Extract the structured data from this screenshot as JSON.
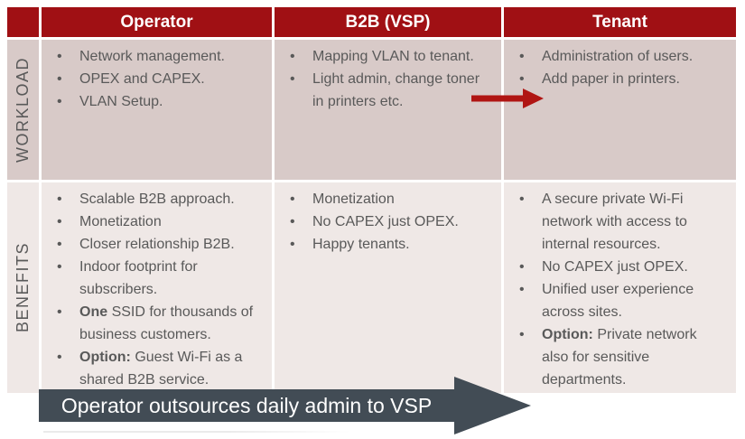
{
  "table": {
    "columns": [
      "Operator",
      "B2B (VSP)",
      "Tenant"
    ],
    "rows": [
      {
        "label": "WORKLOAD",
        "cells": [
          [
            "Network management.",
            "OPEX and CAPEX.",
            "VLAN Setup."
          ],
          [
            "Mapping VLAN to tenant.",
            "Light admin, change toner in printers etc."
          ],
          [
            "Administration of users.",
            "Add paper in printers."
          ]
        ]
      },
      {
        "label": "BENEFITS",
        "cells": [
          [
            "Scalable B2B approach.",
            "Monetization",
            "Closer relationship B2B.",
            "Indoor footprint for subscribers.",
            "**One** SSID for thousands of business customers.",
            "**Option:** Guest Wi-Fi as a shared B2B service."
          ],
          [
            "Monetization",
            "No CAPEX just OPEX.",
            "Happy tenants."
          ],
          [
            "A secure private Wi-Fi network with access to internal resources.",
            "No CAPEX just OPEX.",
            "Unified user experience across sites.",
            "**Option:** Private network also for sensitive departments."
          ]
        ]
      }
    ]
  },
  "workload_arrow_icon": "right-arrow",
  "banner": {
    "label": "Operator outsources daily admin to VSP",
    "icon": "right-arrow"
  },
  "colors": {
    "header_bg": "#A01014",
    "workload_row_bg": "#D8CAC8",
    "benefits_row_bg": "#EFE8E6",
    "body_text": "#595959",
    "red_arrow": "#B01513",
    "banner_bg": "#424C55",
    "banner_text": "#FFFFFF"
  }
}
